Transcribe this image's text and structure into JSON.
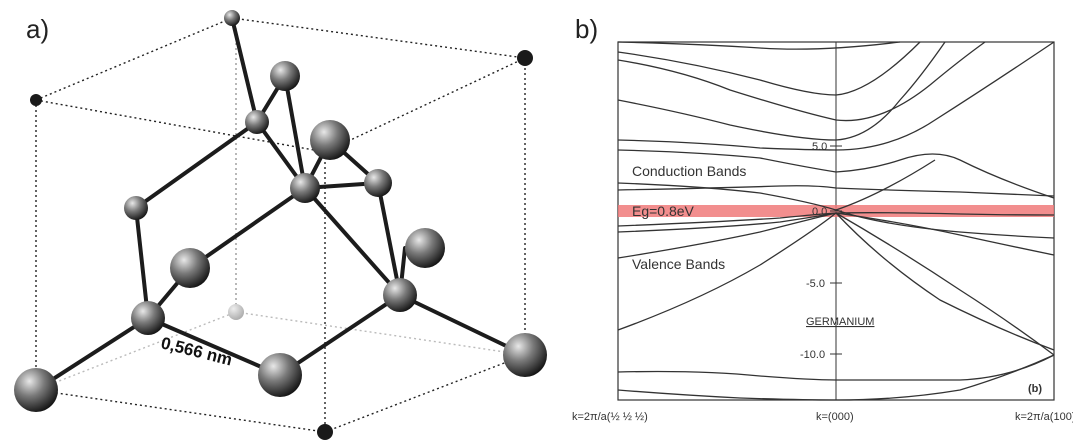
{
  "panel_a": {
    "label": "a)",
    "lattice_constant_label": "0,566 nm"
  },
  "panel_b": {
    "label": "b)",
    "y_ticks": [
      "5.0",
      "0.0",
      "-5.0",
      "-10.0"
    ],
    "x_ticks": [
      "k=2π/a(½ ½ ½)",
      "k=(000)",
      "k=2π/a(100)"
    ],
    "conduction_label": "Conduction Bands",
    "valence_label": "Valence Bands",
    "gap_label": "Eg=0.8eV",
    "material_label": "GERMANIUM",
    "subfigure_tag": "(b)"
  },
  "colors": {
    "gap_band": "#f07a7a",
    "atom_dark": "#1a1a1a",
    "atom_light": "#c8c8c8"
  }
}
